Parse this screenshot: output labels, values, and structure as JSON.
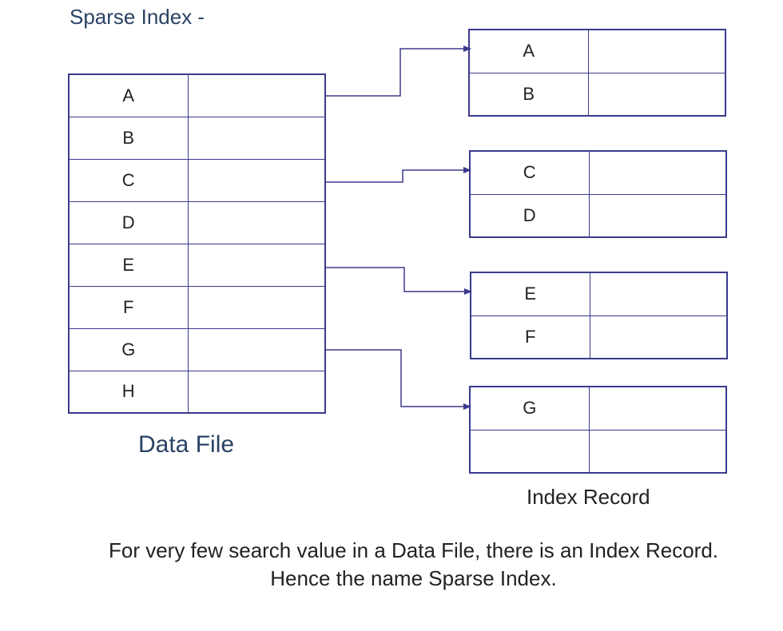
{
  "title": "Sparse Index -",
  "data_file": {
    "label": "Data File",
    "rows": [
      "A",
      "B",
      "C",
      "D",
      "E",
      "F",
      "G",
      "H"
    ]
  },
  "index_record": {
    "label": "Index Record",
    "blocks": [
      [
        "A",
        "B"
      ],
      [
        "C",
        "D"
      ],
      [
        "E",
        "F"
      ],
      [
        "G",
        ""
      ]
    ]
  },
  "footnote": {
    "line1": "For very few search value in a Data File, there is an Index Record.",
    "line2": "Hence the name Sparse Index."
  },
  "colors": {
    "border": "#3b3a8c",
    "arrow": "#3b3a8c",
    "heading": "#2a4365"
  }
}
